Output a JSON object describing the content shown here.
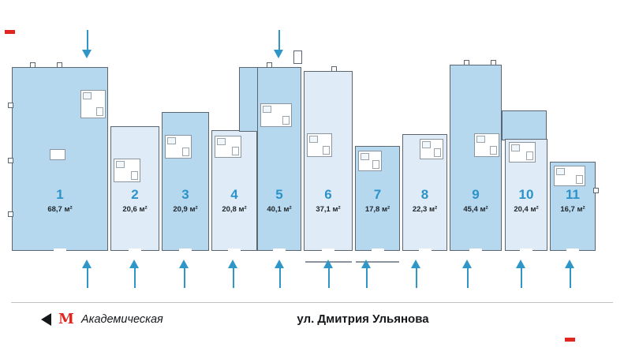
{
  "units": [
    {
      "number": "1",
      "area": "68,7 м²"
    },
    {
      "number": "2",
      "area": "20,6 м²"
    },
    {
      "number": "3",
      "area": "20,9 м²"
    },
    {
      "number": "4",
      "area": "20,8 м²"
    },
    {
      "number": "5",
      "area": "40,1 м²"
    },
    {
      "number": "6",
      "area": "37,1 м²"
    },
    {
      "number": "7",
      "area": "17,8 м²"
    },
    {
      "number": "8",
      "area": "22,3 м²"
    },
    {
      "number": "9",
      "area": "45,4 м²"
    },
    {
      "number": "10",
      "area": "20,4 м²"
    },
    {
      "number": "11",
      "area": "16,7 м²"
    }
  ],
  "legend": {
    "metro_letter": "М",
    "station_name": "Академическая",
    "street_name": "ул. Дмитрия Ульянова"
  },
  "colors": {
    "unit_dark": "#b5d8ef",
    "unit_light": "#dfecf7",
    "arrow_blue": "#2f96c8",
    "number_blue": "#2b93c9",
    "metro_red": "#e0261f",
    "outline_gray": "#5c6670"
  }
}
